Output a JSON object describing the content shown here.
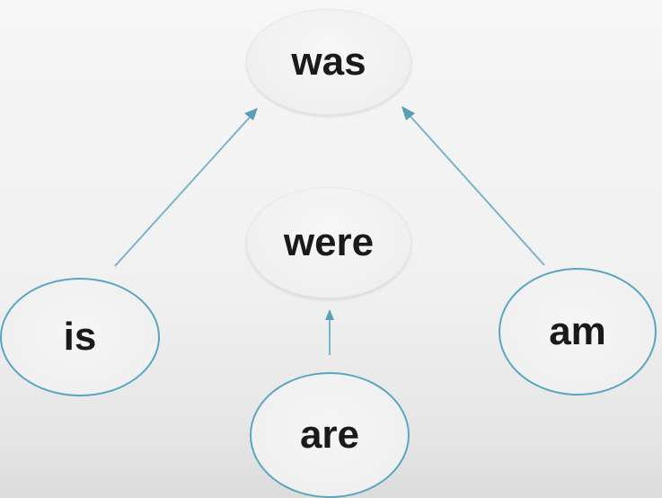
{
  "nodes": {
    "was": "was",
    "were": "were",
    "is": "is",
    "am": "am",
    "are": "are"
  },
  "colors": {
    "arrow": "#7ab4c8",
    "present_border": "#5aa6bf"
  }
}
